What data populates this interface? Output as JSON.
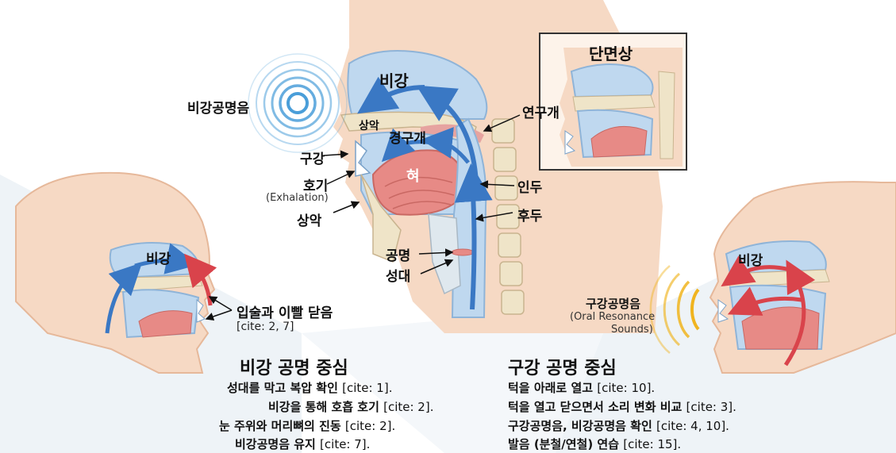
{
  "labels": {
    "nasal_cavity_center": "비강",
    "nasal_resonance": "비강공명음",
    "soft_palate": "연구개",
    "upper_lip": "상악",
    "hard_palate": "경구개",
    "oral_cavity": "구강",
    "tongue": "혀",
    "exhalation_ko": "호기",
    "exhalation_en": "(Exhalation)",
    "upper_jaw": "상악",
    "pharynx": "인두",
    "larynx": "후두",
    "resonance": "공명",
    "vocal_cords": "성대",
    "cross_section": "단면상",
    "nasal_cavity_left": "비강",
    "lips_closed": "입술과 이빨 닫음",
    "lips_closed_cite": "[cite: 2, 7]",
    "nasal_cavity_right": "비강",
    "oral_resonance_ko": "구강공명음",
    "oral_resonance_en1": "(Oral Resonance",
    "oral_resonance_en2": "Sounds)"
  },
  "left_panel": {
    "heading": "비강 공명 중심",
    "lines": [
      {
        "text": "성대를 막고 복압 확인 ",
        "cite": "[cite: 1]."
      },
      {
        "text": "비강을 통해 호흡 호기 ",
        "cite": "[cite: 2]."
      },
      {
        "text": "눈 주위와 머리뼈의 진동 ",
        "cite": "[cite: 2]."
      },
      {
        "text": "비강공명음 유지 ",
        "cite": "[cite: 7]."
      }
    ]
  },
  "right_panel": {
    "heading": "구강 공명 중심",
    "lines": [
      {
        "text": "턱을 아래로 열고 ",
        "cite": "[cite: 10]."
      },
      {
        "text": "턱을 열고 닫으면서 소리 변화 비교 ",
        "cite": "[cite: 3]."
      },
      {
        "text": "구강공명음, 비강공명음 확인 ",
        "cite": "[cite: 4, 10]."
      },
      {
        "text": "발음 (분철/연철) 연습 ",
        "cite": "[cite: 15]."
      }
    ]
  },
  "colors": {
    "skin": "#f6d9c4",
    "skin_dark": "#e6b89a",
    "nasal_blue": "#bfd8ef",
    "arrow_blue": "#3a78c4",
    "arrow_red": "#d9434b",
    "tongue": "#e78a86",
    "bone": "#efe4c8",
    "panel_bg": "#eef3f7"
  }
}
